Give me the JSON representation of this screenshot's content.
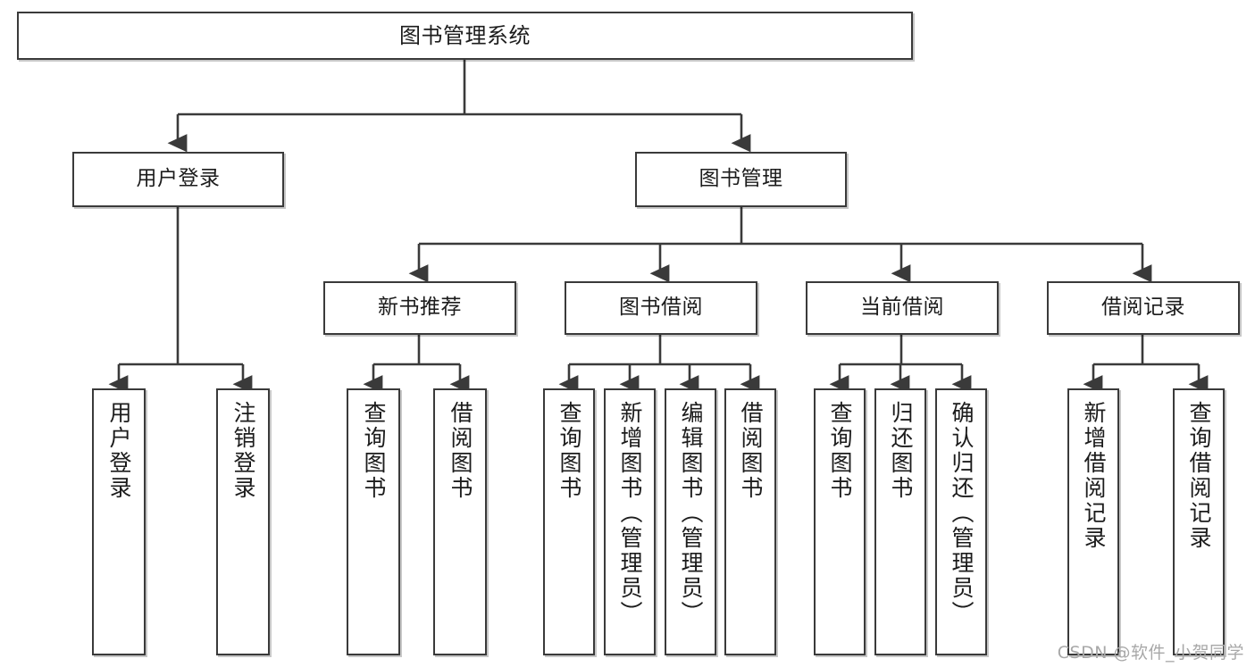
{
  "diagram": {
    "title": "图书管理系统",
    "type": "hierarchy-tree",
    "watermark": "CSDN @软件_小贺同学",
    "colors": {
      "box_border": "#3a3a3a",
      "box_fill": "#ffffff",
      "connector": "#3a3a3a",
      "text": "#1c1c1c",
      "watermark": "#a8a8a8"
    },
    "nodes": {
      "root": {
        "label": "图书管理系统"
      },
      "level2": [
        {
          "label": "用户登录"
        },
        {
          "label": "图书管理"
        }
      ],
      "level3": [
        {
          "label": "新书推荐"
        },
        {
          "label": "图书借阅"
        },
        {
          "label": "当前借阅"
        },
        {
          "label": "借阅记录"
        }
      ],
      "leaves": {
        "user_login": [
          {
            "label": "用户登录"
          },
          {
            "label": "注销登录"
          }
        ],
        "new_book_recommend": [
          {
            "label": "查询图书"
          },
          {
            "label": "借阅图书"
          }
        ],
        "book_borrow": [
          {
            "label": "查询图书"
          },
          {
            "label": "新增图书（管理员）"
          },
          {
            "label": "编辑图书（管理员）"
          },
          {
            "label": "借阅图书"
          }
        ],
        "current_borrow": [
          {
            "label": "查询图书"
          },
          {
            "label": "归还图书"
          },
          {
            "label": "确认归还（管理员）"
          }
        ],
        "borrow_records": [
          {
            "label": "新增借阅记录"
          },
          {
            "label": "查询借阅记录"
          }
        ]
      }
    }
  }
}
